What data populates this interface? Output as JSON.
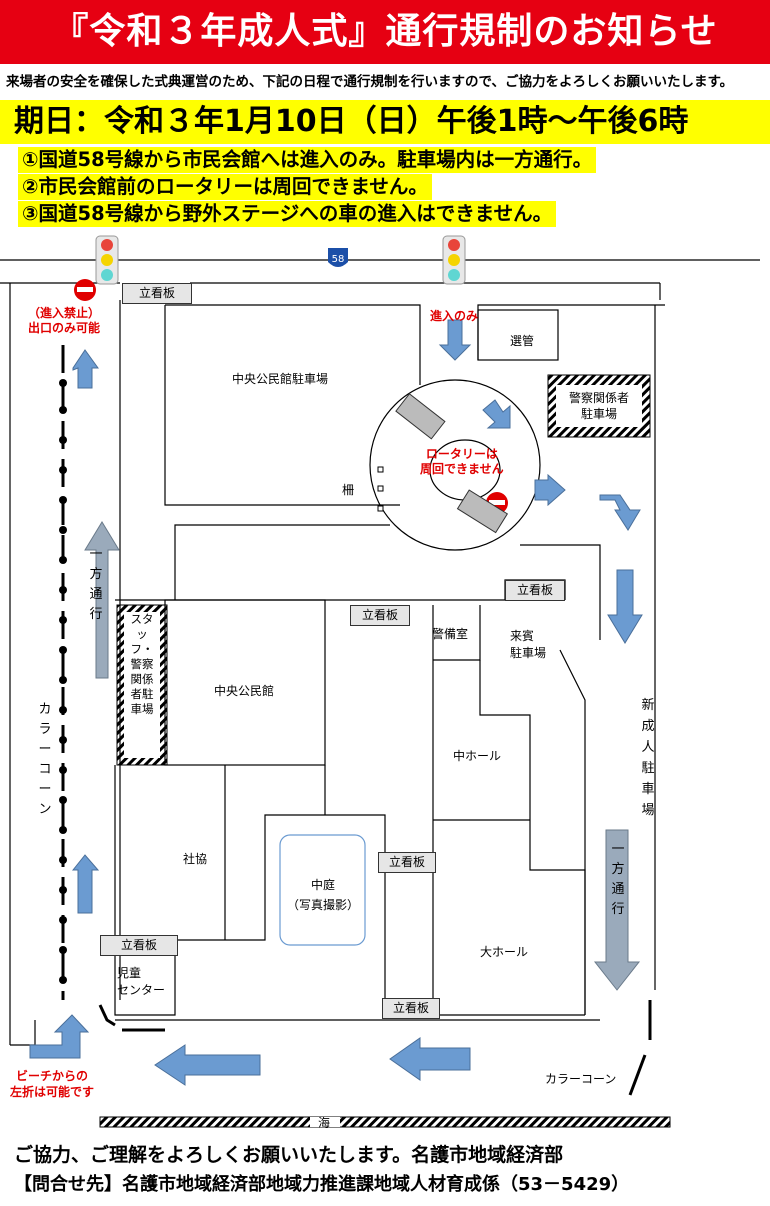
{
  "header": {
    "title": "『令和３年成人式』通行規制のお知らせ",
    "notice": "来場者の安全を確保した式典運営のため、下記の日程で通行規制を行いますので、ご協力をよろしくお願いいたします。",
    "date": "期日：令和３年1月10日（日）午後1時～午後6時"
  },
  "rules": [
    "①国道58号線から市民会館へは進入のみ。駐車場内は一方通行。",
    "②市民会館前のロータリーは周回できません。",
    "③国道58号線から野外ステージへの車の進入はできません。"
  ],
  "map": {
    "route_number": "58",
    "signboard": "立看板",
    "no_entry_note": "（進入禁止）\n出口のみ可能",
    "entry_only": "進入のみ",
    "rotary_note": "ロータリーは\n周回できません",
    "election": "選管",
    "police_parking": "警察関係者\n駐車場",
    "central_parking": "中央公民館駐車場",
    "fence": "柵",
    "one_way": "一方通行",
    "staff_parking": "スタッフ・警察関係者駐車場",
    "central_hall": "中央公民館",
    "guard_room": "警備室",
    "guest_parking": "来賓\n駐車場",
    "middle_hall": "中ホール",
    "new_adult_parking": "新成人駐車場",
    "color_cone": "カラーコーン",
    "social_welfare": "社協",
    "courtyard": "中庭\n（写真撮影）",
    "big_hall": "大ホール",
    "child_center": "児童\nセンター",
    "beach_note": "ビーチからの\n左折は可能です",
    "sea": "海"
  },
  "footer": {
    "thanks": "ご協力、ご理解をよろしくお願いいたします。名護市地域経済部",
    "contact": "【問合せ先】名護市地域経済部地域力推進課地域人材育成係（53－5429）"
  },
  "colors": {
    "title_bg": "#e60012",
    "highlight": "#ffff00",
    "arrow": "#6b9bd1",
    "gray_arrow": "#9aaabb",
    "no_entry": "#e00000"
  }
}
